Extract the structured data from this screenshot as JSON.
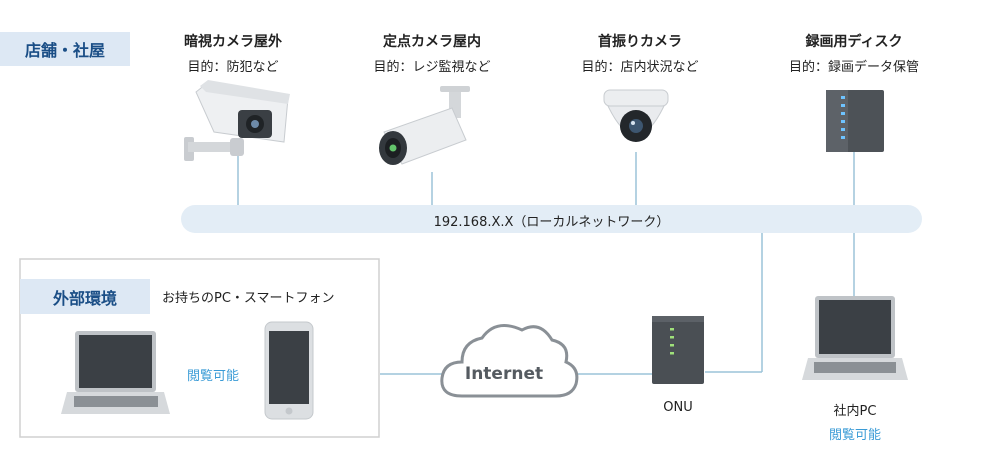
{
  "store_section": {
    "label": "店舗・社屋"
  },
  "external_section": {
    "label": "外部環境",
    "caption": "お持ちのPC・スマートフォン",
    "view_note": "閲覧可能"
  },
  "devices": [
    {
      "title": "暗視カメラ屋外",
      "purpose": "目的：防犯など",
      "icon": "bullet-camera-icon"
    },
    {
      "title": "定点カメラ屋内",
      "purpose": "目的：レジ監視など",
      "icon": "fixed-camera-icon"
    },
    {
      "title": "首振りカメラ",
      "purpose": "目的：店内状況など",
      "icon": "dome-camera-icon"
    },
    {
      "title": "録画用ディスク",
      "purpose": "目的：録画データ保管",
      "icon": "disk-server-icon"
    }
  ],
  "network": {
    "label": "192.168.X.X（ローカルネットワーク）"
  },
  "internet": {
    "label": "Internet"
  },
  "onu": {
    "label": "ONU"
  },
  "office_pc": {
    "label": "社内PC",
    "view_note": "閲覧可能"
  },
  "colors": {
    "line": "#9cc3d8",
    "tag_bg": "#dde8f4",
    "tag_text": "#1a4e86",
    "accent": "#3a9bd6",
    "bus": "#e3edf6"
  }
}
